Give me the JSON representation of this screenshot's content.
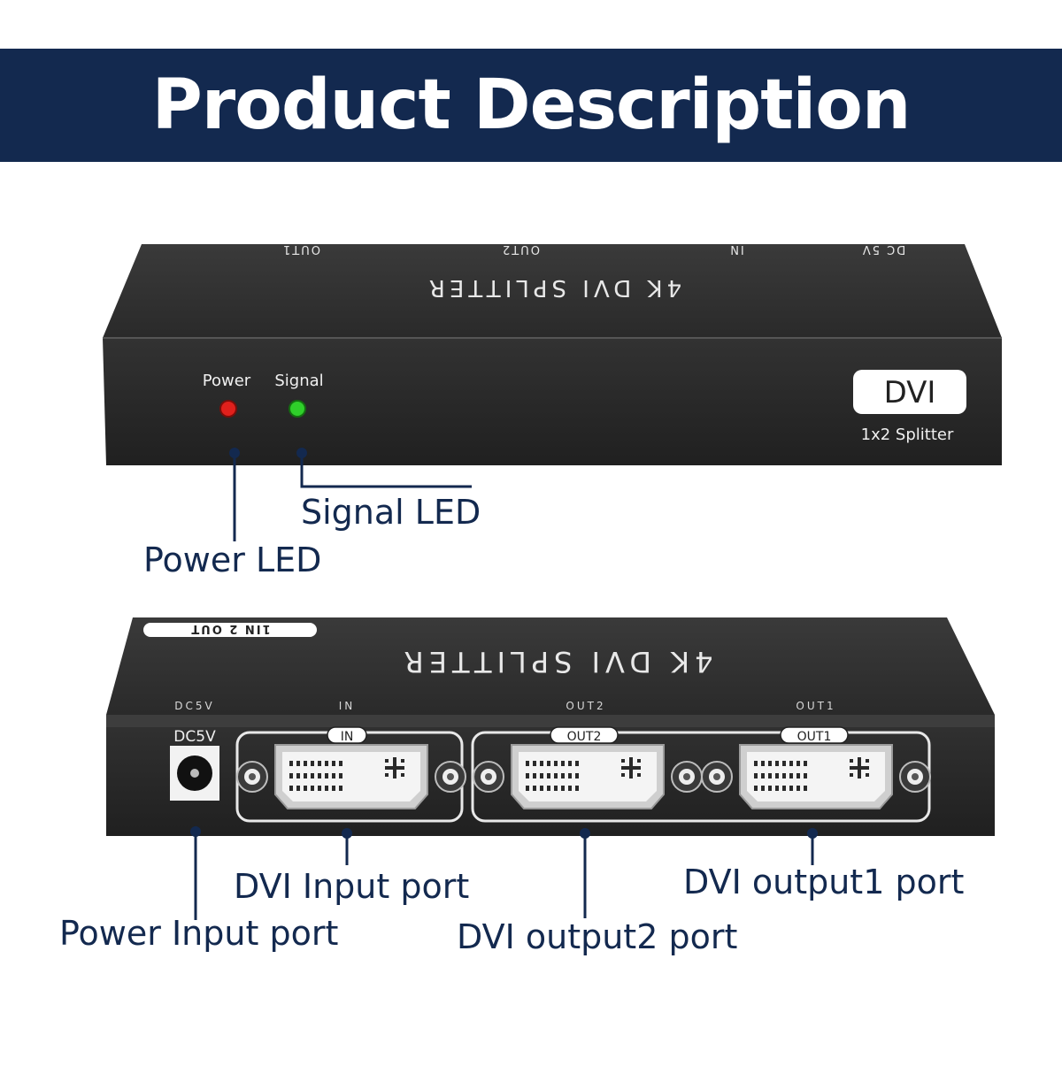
{
  "banner": {
    "title": "Product Description"
  },
  "front_device": {
    "top_labels": [
      "OUT1",
      "OUT2",
      "IN",
      "DC 5V"
    ],
    "top_title": "4K DVI SPLITTER",
    "led_labels": {
      "power": "Power",
      "signal": "Signal"
    },
    "badge": "DVI",
    "badge_caption": "1x2 Splitter",
    "led_colors": {
      "power": "#e0201c",
      "signal": "#2fcf2a"
    }
  },
  "rear_device": {
    "pill_label": "1IN 2 OUT",
    "top_title": "4K DVI SPLITTER",
    "rim_labels": [
      "DC5V",
      "IN",
      "OUT2",
      "OUT1"
    ],
    "panel_labels": {
      "power": "DC5V",
      "in": "IN",
      "out2": "OUT2",
      "out1": "OUT1"
    }
  },
  "callouts": {
    "signal_led": "Signal LED",
    "power_led": "Power LED",
    "dvi_input": "DVI Input port",
    "dvi_output1": "DVI output1 port",
    "power_input": "Power Input port",
    "dvi_output2": "DVI output2 port"
  },
  "colors": {
    "banner": "#13294f",
    "device": "#2b2b2b",
    "callout": "#13294f"
  }
}
